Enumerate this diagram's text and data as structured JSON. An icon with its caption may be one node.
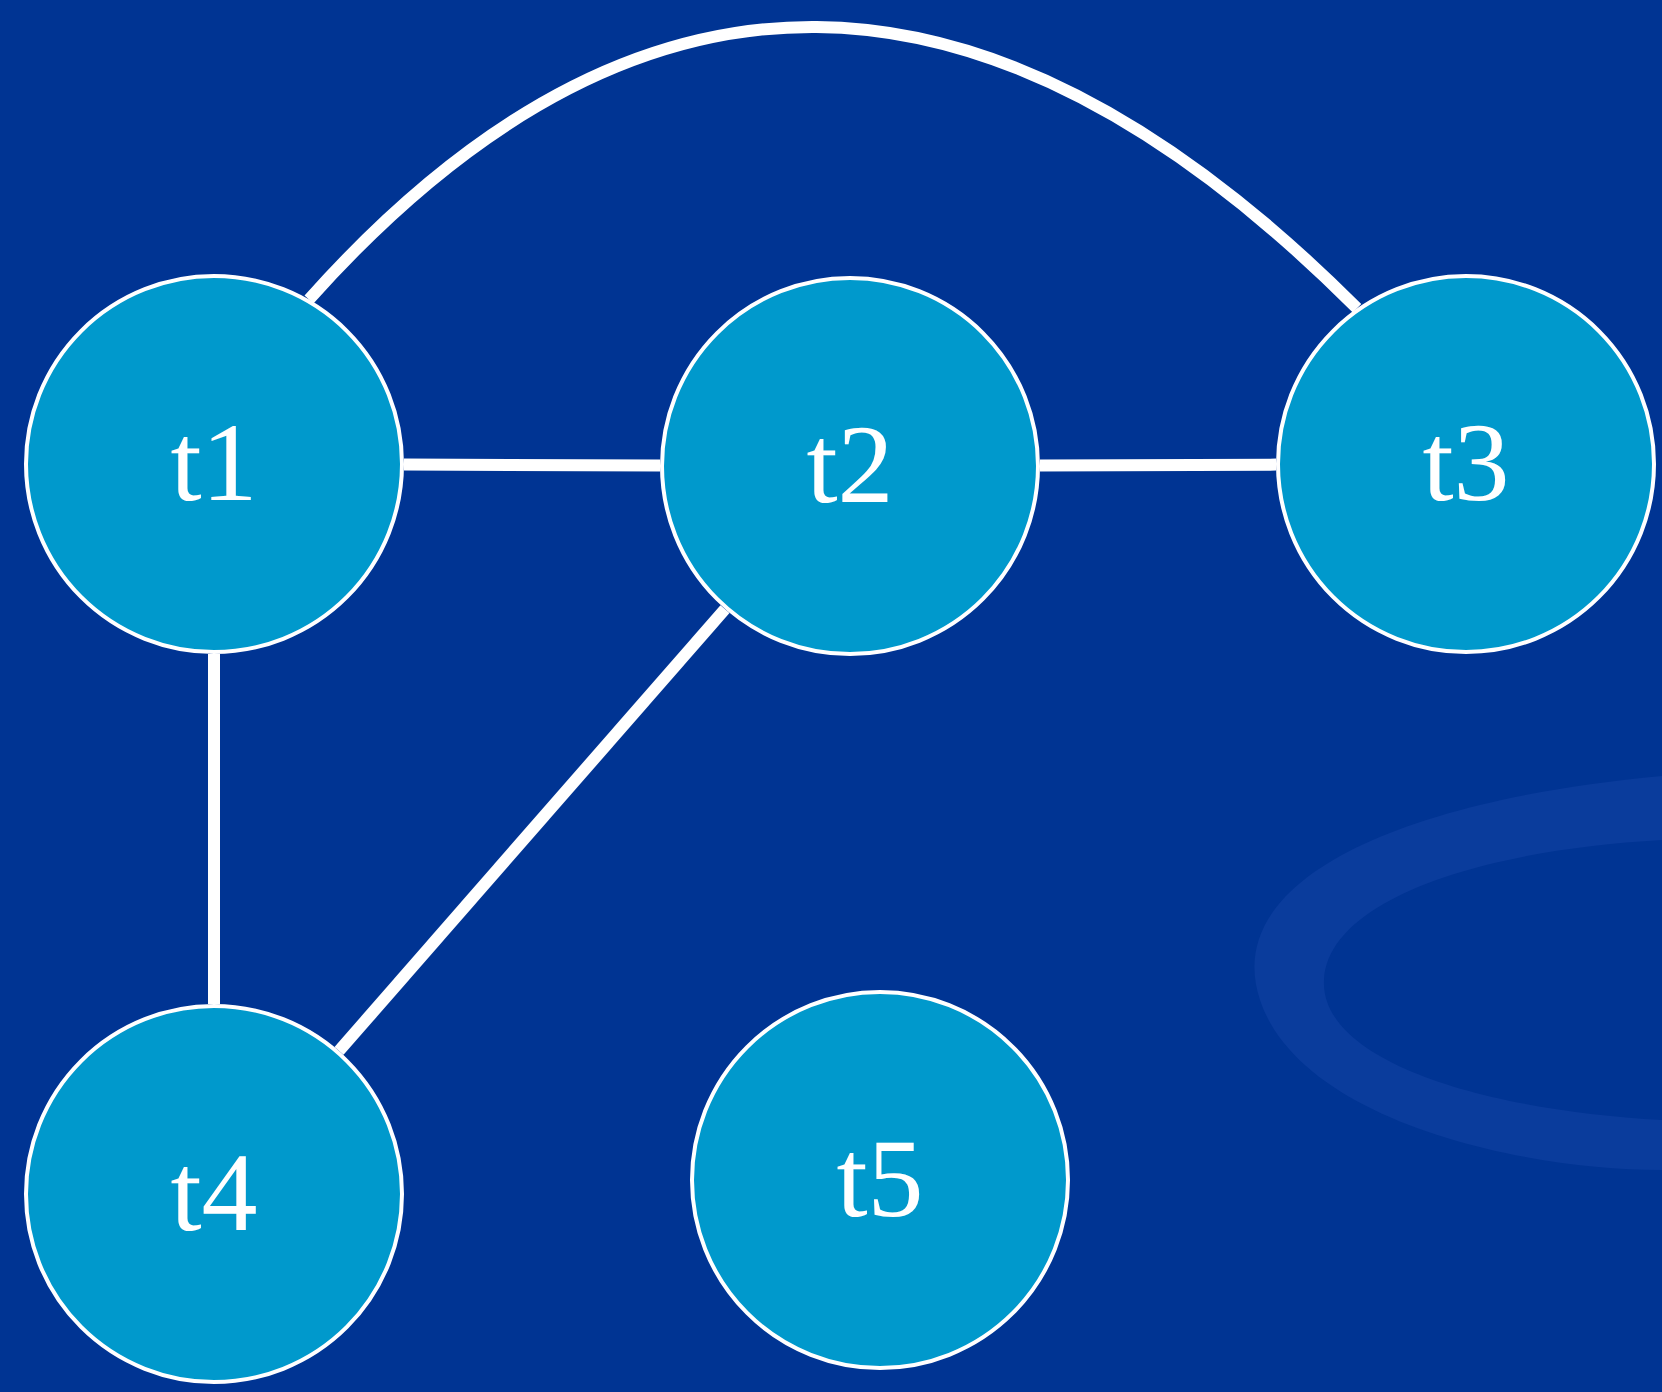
{
  "diagram": {
    "nodes": [
      {
        "text": [
          "t1"
        ]
      },
      {
        "text": [
          "t2"
        ]
      },
      {
        "text": [
          "t3"
        ]
      },
      {
        "text": [
          "t4"
        ]
      },
      {
        "text": [
          "t5"
        ]
      }
    ],
    "edges": [
      {
        "from": 0,
        "to": 2,
        "arrow": "none"
      },
      {
        "from": 0,
        "to": 1,
        "arrow": "none"
      },
      {
        "from": 1,
        "to": 2,
        "arrow": "none"
      },
      {
        "from": 0,
        "to": 3,
        "arrow": "none"
      },
      {
        "from": 1,
        "to": 3,
        "arrow": "none"
      }
    ]
  }
}
